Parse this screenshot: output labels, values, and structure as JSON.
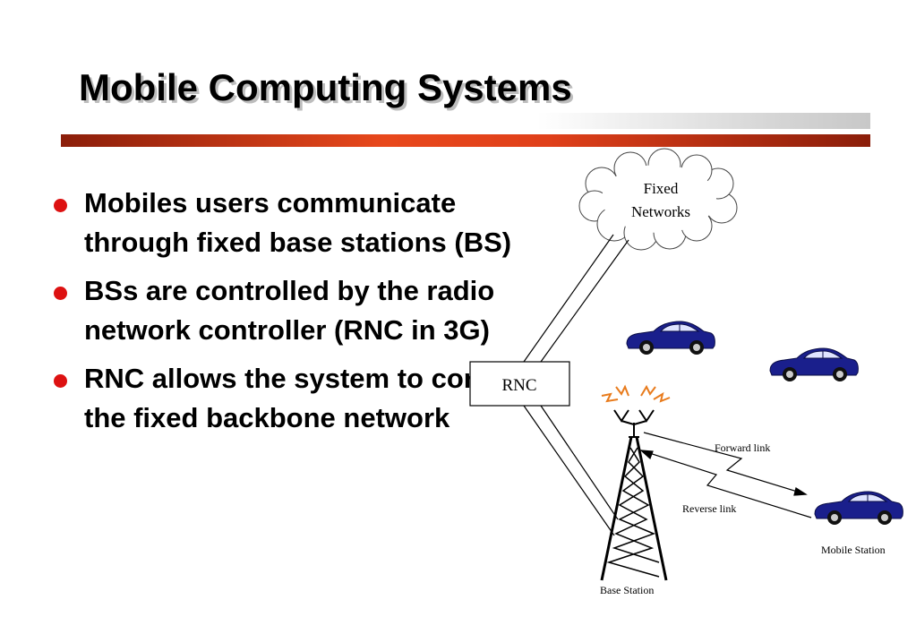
{
  "slide": {
    "title": "Mobile Computing Systems",
    "bullets": [
      "Mobiles users communicate through fixed base stations (BS)",
      "BSs are controlled by the radio network controller (RNC in 3G)",
      "RNC allows the system to contact the fixed backbone network"
    ]
  },
  "diagram": {
    "cloud_line1": "Fixed",
    "cloud_line2": "Networks",
    "rnc_label": "RNC",
    "forward_link": "Forward link",
    "reverse_link": "Reverse link",
    "mobile_station": "Mobile Station",
    "base_station": "Base Station"
  },
  "colors": {
    "bullet": "#dd1111",
    "title_bar": "#e8481c",
    "car_body": "#1a1f8c",
    "antenna_signal": "#e87b1c"
  }
}
